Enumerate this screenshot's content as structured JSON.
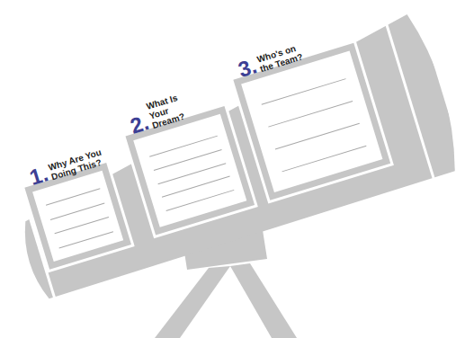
{
  "diagram": {
    "nodes": [
      {
        "text": [
          "1.",
          "Why Are You Doing This?"
        ]
      },
      {
        "text": [
          "2.",
          "What Is Your Dream?"
        ]
      },
      {
        "text": [
          "3.",
          "Who's on the Team?"
        ]
      }
    ]
  }
}
